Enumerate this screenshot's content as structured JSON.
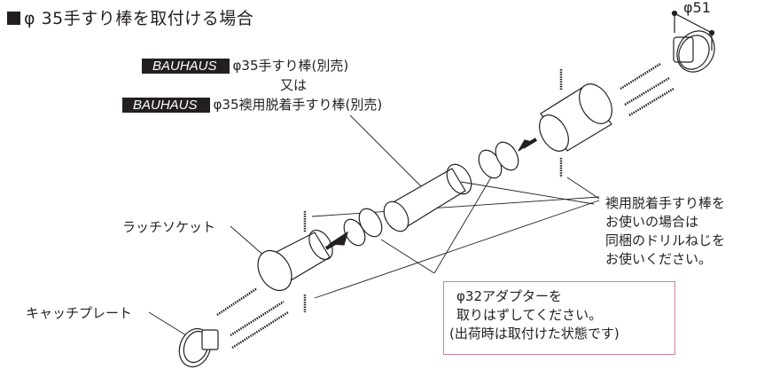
{
  "title": "φ 35手すり棒を取付ける場合",
  "product_labels": {
    "brand": "BAUHAUS",
    "line1": "φ35手すり棒(別売)",
    "or": "又は",
    "line2": "φ35襖用脱着手すり棒(別売)"
  },
  "dimension": "φ51",
  "parts": {
    "latch_socket": "ラッチソケット",
    "catch_plate": "キャッチプレート"
  },
  "note": {
    "lines": [
      "襖用脱着手すり棒を",
      "お使いの場合は",
      "同梱のドリルねじを",
      "お使いください。"
    ]
  },
  "warning": {
    "lines": [
      "φ32アダプターを",
      "取りはずしてください。",
      "(出荷時は取付けた状態です)"
    ],
    "border_color": "#c8849e"
  },
  "colors": {
    "ink": "#231f20",
    "background": "#ffffff"
  }
}
